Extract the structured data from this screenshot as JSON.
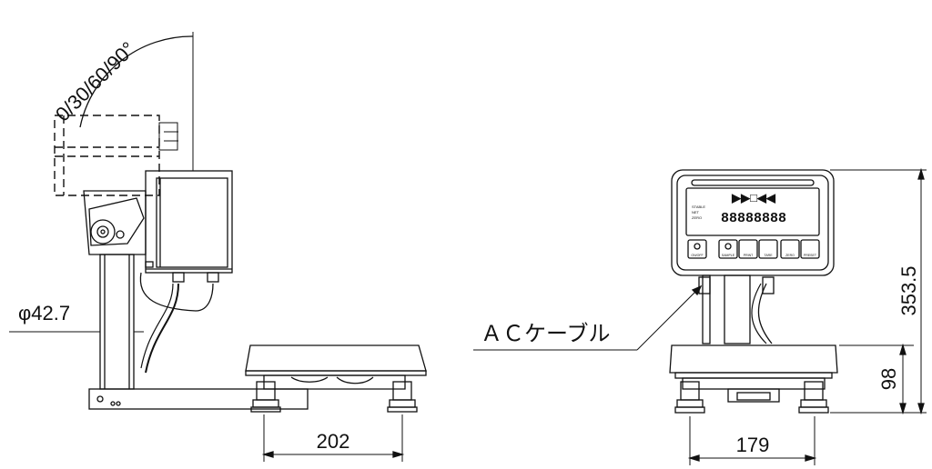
{
  "labels": {
    "tilt_angle": "0/30/60/90°",
    "pole_diameter": "φ42.7",
    "ac_cable": "ＡＣケーブル",
    "side_width": "202",
    "front_width": "179",
    "total_height": "353.5",
    "base_height": "98"
  },
  "display_panel": {
    "status_lines": [
      "STABLE",
      "NET",
      "ZERO"
    ],
    "digits": "88888888",
    "buttons": [
      "ON/OFF",
      "SAMPLE",
      "PRINT",
      "TARE",
      "ZERO",
      "PRESET"
    ]
  }
}
